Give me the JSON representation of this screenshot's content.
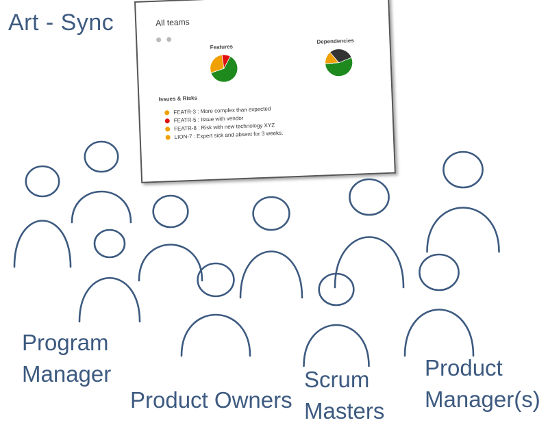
{
  "title": "Art - Sync",
  "board": {
    "title": "All teams",
    "features_title": "Features",
    "dependencies_title": "Dependencies",
    "issues_title": "Issues & Risks",
    "issues": [
      {
        "text": "FEATR-3 : More complex than expected",
        "color": "#f0a000"
      },
      {
        "text": "FEATR-5 : Issue with vendor",
        "color": "#e01010"
      },
      {
        "text": "FEATR-8 : Risk with new technology XYZ",
        "color": "#f0a000"
      },
      {
        "text": "LION-7 : Expert sick and absent for 3 weeks.",
        "color": "#f0a000"
      }
    ]
  },
  "chart_data": [
    {
      "type": "pie",
      "title": "Features",
      "slices": [
        {
          "value": 62,
          "color": "#1e8a1e"
        },
        {
          "value": 28,
          "color": "#f0a000"
        },
        {
          "value": 10,
          "color": "#e01010"
        }
      ]
    },
    {
      "type": "pie",
      "title": "Dependencies",
      "slices": [
        {
          "value": 55,
          "color": "#1e8a1e"
        },
        {
          "value": 15,
          "color": "#f0a000"
        },
        {
          "value": 30,
          "color": "#333333"
        }
      ]
    }
  ],
  "roles": {
    "program_manager": "Program\nManager",
    "product_owners": "Product Owners",
    "scrum_masters": "Scrum\nMasters",
    "product_managers": "Product\nManager(s)"
  },
  "colors": {
    "ink": "#3d5a80"
  }
}
